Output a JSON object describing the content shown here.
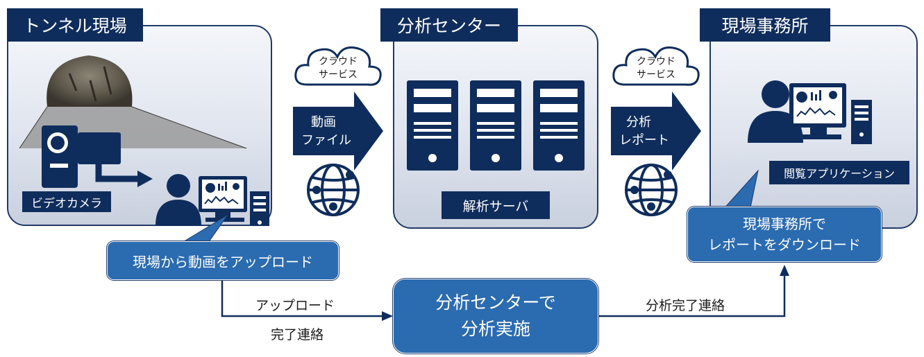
{
  "sections": {
    "tunnel": {
      "title": "トンネル現場",
      "camera_label": "ビデオカメラ"
    },
    "center": {
      "title": "分析センター",
      "server_label": "解析サーバ"
    },
    "office": {
      "title": "現場事務所",
      "app_label": "閲覧アプリケーション"
    }
  },
  "cloud_left": {
    "line1": "クラウド",
    "line2": "サービス"
  },
  "cloud_right": {
    "line1": "クラウド",
    "line2": "サービス"
  },
  "arrow_left": {
    "line1": "動画",
    "line2": "ファイル"
  },
  "arrow_right": {
    "line1": "分析",
    "line2": "レポート"
  },
  "callouts": {
    "upload": "現場から動画をアップロード",
    "download_line1": "現場事務所で",
    "download_line2": "レポートをダウンロード"
  },
  "process": {
    "line1": "分析センターで",
    "line2": "分析実施"
  },
  "flow_labels": {
    "left_top": "アップロード",
    "left_bottom": "完了連絡",
    "right_top": "分析完了連絡"
  },
  "colors": {
    "navy": "#0f2d5c",
    "accent_blue": "#2b6bb0",
    "panel_border": "#1f3a66"
  }
}
